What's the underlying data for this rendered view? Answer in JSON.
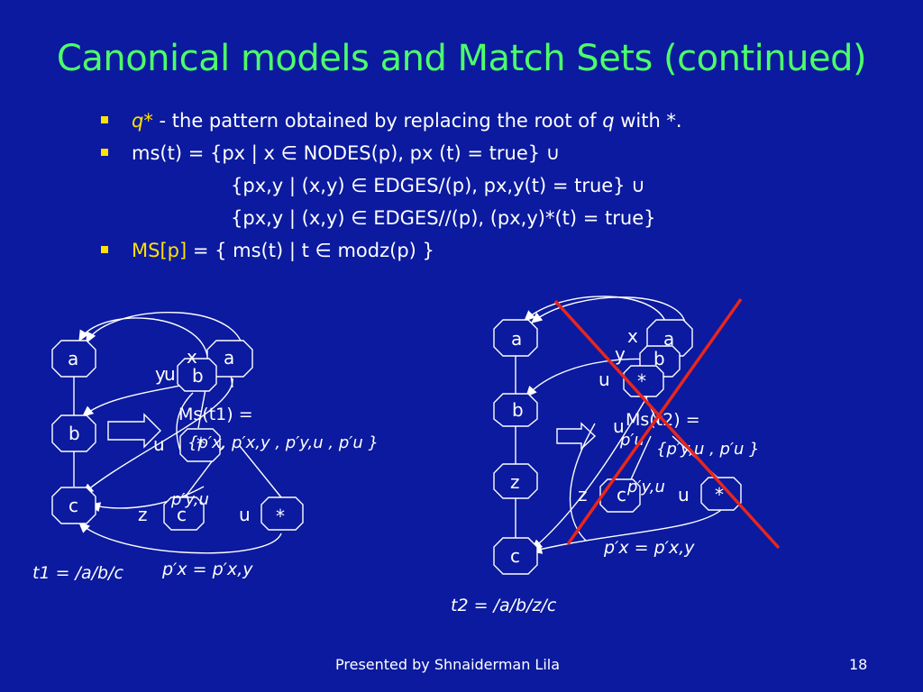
{
  "slide": {
    "title": "Canonical models and Match Sets (continued)",
    "footer": "Presented by Shnaiderman Lila",
    "page_number": "18"
  },
  "bullets": {
    "b1": {
      "q": "q*",
      "text": " - the pattern obtained by replacing the root of ",
      "q2": "q",
      "text2": "  with *."
    },
    "b2": {
      "line1": "ms(t) = {px | x ∈ NODES(p), px (t) = true} ∪",
      "line2": "{px,y | (x,y) ∈ EDGES/(p), px,y(t) = true} ∪",
      "line3": "{px,y | (x,y) ∈ EDGES//(p), (px,y)*(t) = true}"
    },
    "b3": {
      "ms": "MS[p]",
      "rest": " = { ms(t) | t ∈ modz(p) }"
    }
  },
  "left_diagram": {
    "nodes": [
      "a",
      "b",
      "c",
      "a",
      "b",
      "*",
      "c",
      "*"
    ],
    "edge_labels": [
      "x",
      "y",
      "u",
      "u",
      "z",
      "u"
    ],
    "texts": [
      "Ms(t1) =",
      "{p′x, p′x,y , p′y,u , p′u }",
      "p′y,u",
      "p′x = p′x,y"
    ],
    "tree_label": "t1 = /a/b/c"
  },
  "right_diagram": {
    "nodes": [
      "a",
      "b",
      "z",
      "c",
      "a",
      "b",
      "*",
      "c",
      "*"
    ],
    "edge_labels": [
      "x",
      "y",
      "u",
      "u",
      "z",
      "u"
    ],
    "texts": [
      "Ms(t2) =",
      "{p′y,u , p′u }",
      "p′u",
      "p′y,u",
      "p′x = p′x,y"
    ],
    "tree_label": "t2 = /a/b/z/c"
  },
  "colors": {
    "background": "#0b1a9e",
    "title": "#4cff6a",
    "bullet": "#ffe100",
    "cross": "#e8261c"
  }
}
